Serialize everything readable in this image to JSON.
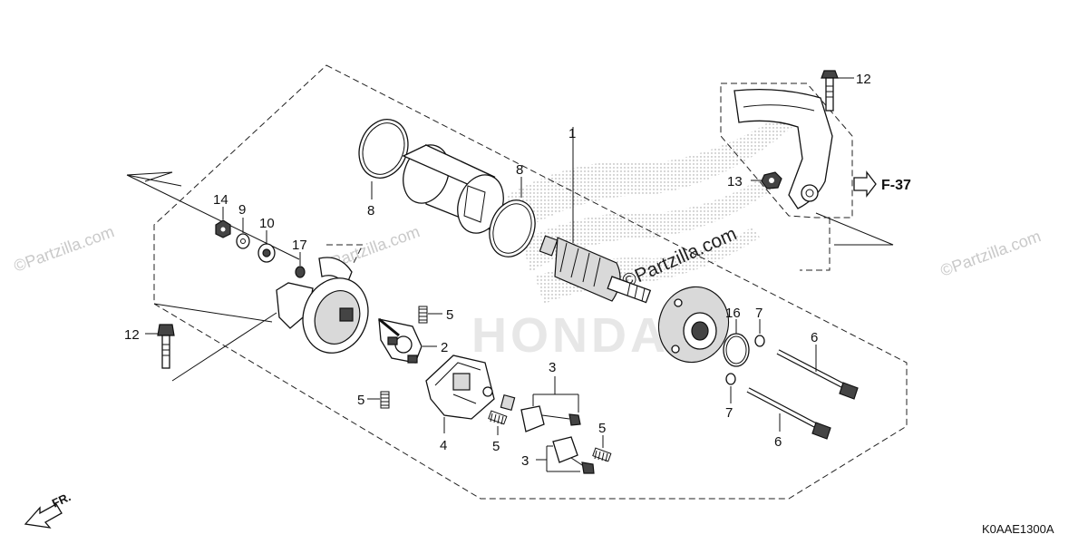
{
  "watermarks": {
    "left": "©Partzilla.com",
    "center": "©Partzilla.com",
    "center_small": "©Partzilla.com",
    "right": "©Partzilla.com",
    "honda": "HONDA"
  },
  "reference": {
    "code": "K0AAE1300A"
  },
  "direction": {
    "label": "FR."
  },
  "cross_reference": {
    "label": "F-37"
  },
  "callouts": {
    "c1": "1",
    "c2": "2",
    "c3a": "3",
    "c3b": "3",
    "c4": "4",
    "c5a": "5",
    "c5b": "5",
    "c5c": "5",
    "c5d": "5",
    "c6a": "6",
    "c6b": "6",
    "c7a": "7",
    "c7b": "7",
    "c8a": "8",
    "c8b": "8",
    "c9": "9",
    "c10": "10",
    "c12a": "12",
    "c12b": "12",
    "c13": "13",
    "c14": "14",
    "c16": "16",
    "c17": "17"
  }
}
